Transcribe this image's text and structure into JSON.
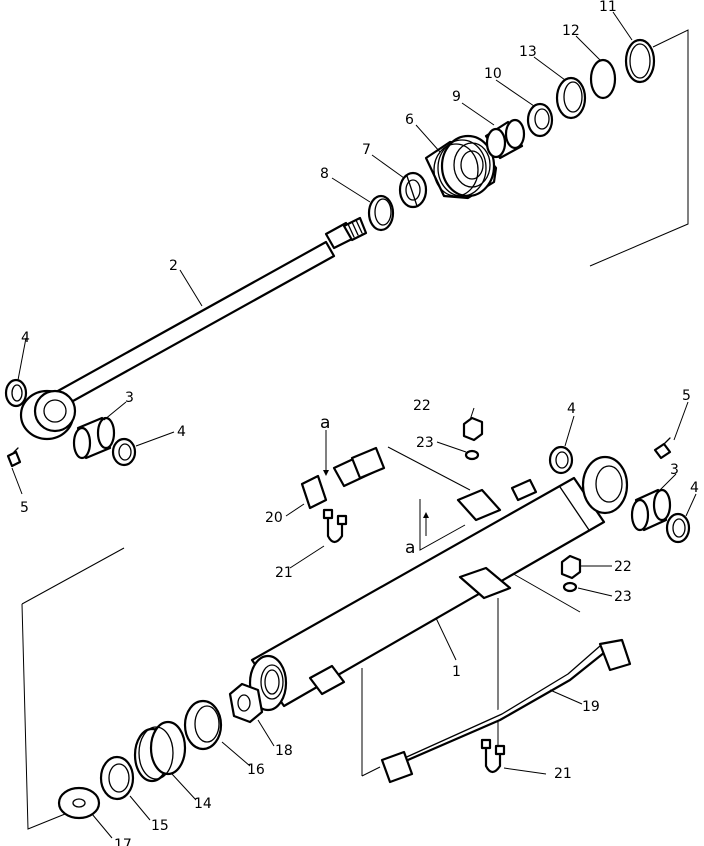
{
  "diagram": {
    "callouts": {
      "c1": "1",
      "c2": "2",
      "c3a": "3",
      "c3b": "3",
      "c4a": "4",
      "c4b": "4",
      "c4c": "4",
      "c4d": "4",
      "c5a": "5",
      "c5b": "5",
      "c6": "6",
      "c7": "7",
      "c8": "8",
      "c9": "9",
      "c10": "10",
      "c11": "11",
      "c12": "12",
      "c13": "13",
      "c14": "14",
      "c15": "15",
      "c16": "16",
      "c17": "17",
      "c18": "18",
      "c19": "19",
      "c20": "20",
      "c21a": "21",
      "c21b": "21",
      "c22a": "22",
      "c22b": "22",
      "c23a": "23",
      "c23b": "23"
    },
    "refs": {
      "ra1": "a",
      "ra2": "a"
    }
  }
}
